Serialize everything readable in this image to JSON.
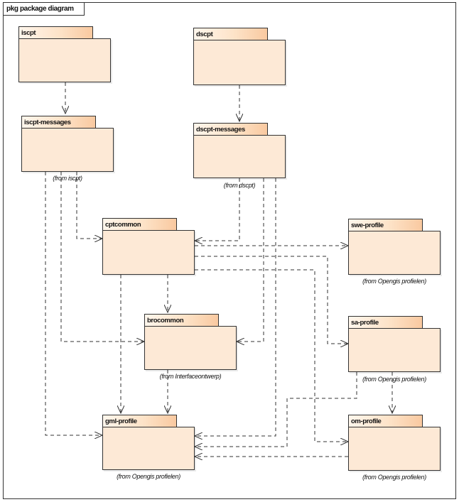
{
  "frame": {
    "label": "pkg package diagram"
  },
  "packages": {
    "iscpt": {
      "name": "iscpt"
    },
    "dscpt": {
      "name": "dscpt"
    },
    "iscpt_messages": {
      "name": "iscpt-messages",
      "from": "(from iscpt)"
    },
    "dscpt_messages": {
      "name": "dscpt-messages",
      "from": "(from dscpt)"
    },
    "cptcommon": {
      "name": "cptcommon"
    },
    "swe_profile": {
      "name": "swe-profile",
      "from": "(from Opengis profielen)"
    },
    "brocommon": {
      "name": "brocommon",
      "from": "(from Interfaceontwerp)"
    },
    "sa_profile": {
      "name": "sa-profile",
      "from": "(from Opengis profielen)"
    },
    "gml_profile": {
      "name": "gml-profile",
      "from": "(from Opengis profielen)"
    },
    "om_profile": {
      "name": "om-profile",
      "from": "(from Opengis profielen)"
    }
  },
  "colors": {
    "fill": "#fde9d6",
    "tab_end": "#f9c9a0",
    "stroke": "#333333"
  }
}
